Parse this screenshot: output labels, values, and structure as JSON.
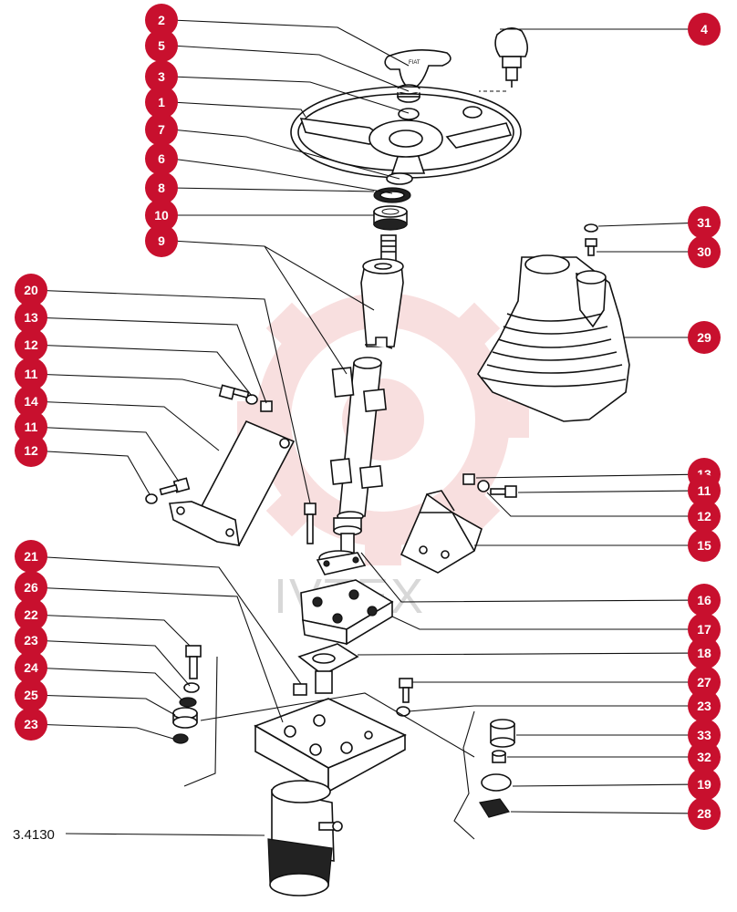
{
  "figure": {
    "code": "3.4130",
    "watermark": "IVTEX",
    "colors": {
      "callout": "#c8102e",
      "watermark_gear": "#f4c6c6",
      "line": "#111111"
    }
  },
  "callouts": [
    {
      "id": "c2",
      "label": "2"
    },
    {
      "id": "c5",
      "label": "5"
    },
    {
      "id": "c3",
      "label": "3"
    },
    {
      "id": "c1",
      "label": "1"
    },
    {
      "id": "c7",
      "label": "7"
    },
    {
      "id": "c6",
      "label": "6"
    },
    {
      "id": "c8",
      "label": "8"
    },
    {
      "id": "c10",
      "label": "10"
    },
    {
      "id": "c9",
      "label": "9"
    },
    {
      "id": "c4",
      "label": "4"
    },
    {
      "id": "c31",
      "label": "31"
    },
    {
      "id": "c30",
      "label": "30"
    },
    {
      "id": "c29",
      "label": "29"
    },
    {
      "id": "c20",
      "label": "20"
    },
    {
      "id": "c13a",
      "label": "13"
    },
    {
      "id": "c12a",
      "label": "12"
    },
    {
      "id": "c11a",
      "label": "11"
    },
    {
      "id": "c14",
      "label": "14"
    },
    {
      "id": "c11b",
      "label": "11"
    },
    {
      "id": "c12b",
      "label": "12"
    },
    {
      "id": "c13b",
      "label": "13"
    },
    {
      "id": "c11c",
      "label": "11"
    },
    {
      "id": "c12c",
      "label": "12"
    },
    {
      "id": "c15",
      "label": "15"
    },
    {
      "id": "c21",
      "label": "21"
    },
    {
      "id": "c26",
      "label": "26"
    },
    {
      "id": "c22",
      "label": "22"
    },
    {
      "id": "c23a",
      "label": "23"
    },
    {
      "id": "c24",
      "label": "24"
    },
    {
      "id": "c25",
      "label": "25"
    },
    {
      "id": "c23b",
      "label": "23"
    },
    {
      "id": "c16",
      "label": "16"
    },
    {
      "id": "c17",
      "label": "17"
    },
    {
      "id": "c18",
      "label": "18"
    },
    {
      "id": "c27",
      "label": "27"
    },
    {
      "id": "c23c",
      "label": "23"
    },
    {
      "id": "c33",
      "label": "33"
    },
    {
      "id": "c32",
      "label": "32"
    },
    {
      "id": "c19",
      "label": "19"
    },
    {
      "id": "c28",
      "label": "28"
    }
  ]
}
